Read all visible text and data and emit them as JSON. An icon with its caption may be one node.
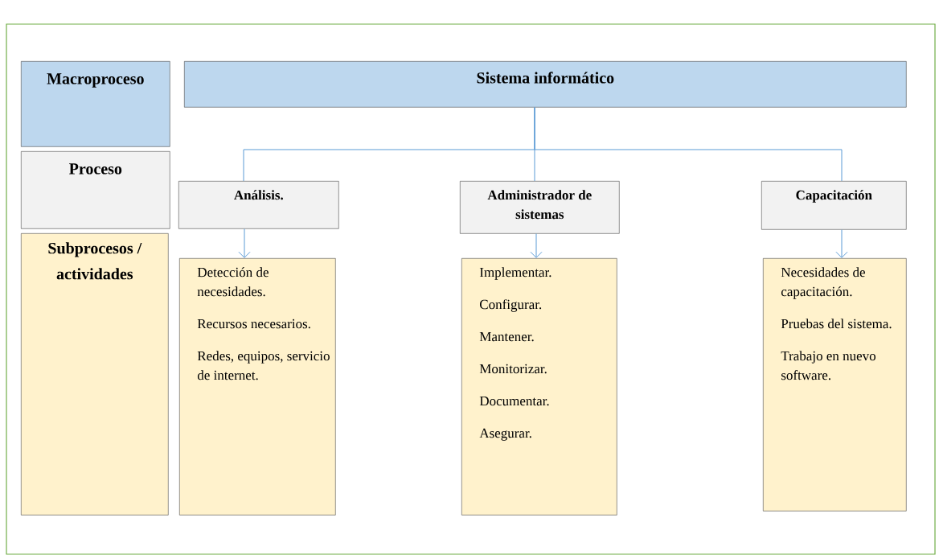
{
  "diagram": {
    "nodes": [
      {
        "text": [
          "Macroproceso"
        ]
      },
      {
        "text": [
          "Proceso"
        ]
      },
      {
        "text": [
          "Subprocesos / actividades"
        ]
      },
      {
        "text": [
          "Sistema informático"
        ]
      },
      {
        "text": [
          "Análisis."
        ]
      },
      {
        "text": [
          "Administrador de sistemas"
        ]
      },
      {
        "text": [
          "Capacitación"
        ]
      },
      {
        "text": [
          "Detección de necesidades.",
          "Recursos necesarios.",
          "Redes, equipos, servicio de internet."
        ]
      },
      {
        "text": [
          "Implementar.",
          "Configurar.",
          "Mantener.",
          "Monitorizar.",
          "Documentar.",
          "Asegurar."
        ]
      },
      {
        "text": [
          "Necesidades de capacitación.",
          "Pruebas del sistema.",
          "Trabajo en nuevo software."
        ]
      }
    ],
    "edges": [
      {
        "from": 3,
        "to": 4,
        "arrow": "none"
      },
      {
        "from": 3,
        "to": 5,
        "arrow": "none"
      },
      {
        "from": 3,
        "to": 6,
        "arrow": "none"
      },
      {
        "from": 4,
        "to": 7,
        "arrow": "to"
      },
      {
        "from": 5,
        "to": 8,
        "arrow": "to"
      },
      {
        "from": 6,
        "to": 9,
        "arrow": "to"
      }
    ]
  }
}
